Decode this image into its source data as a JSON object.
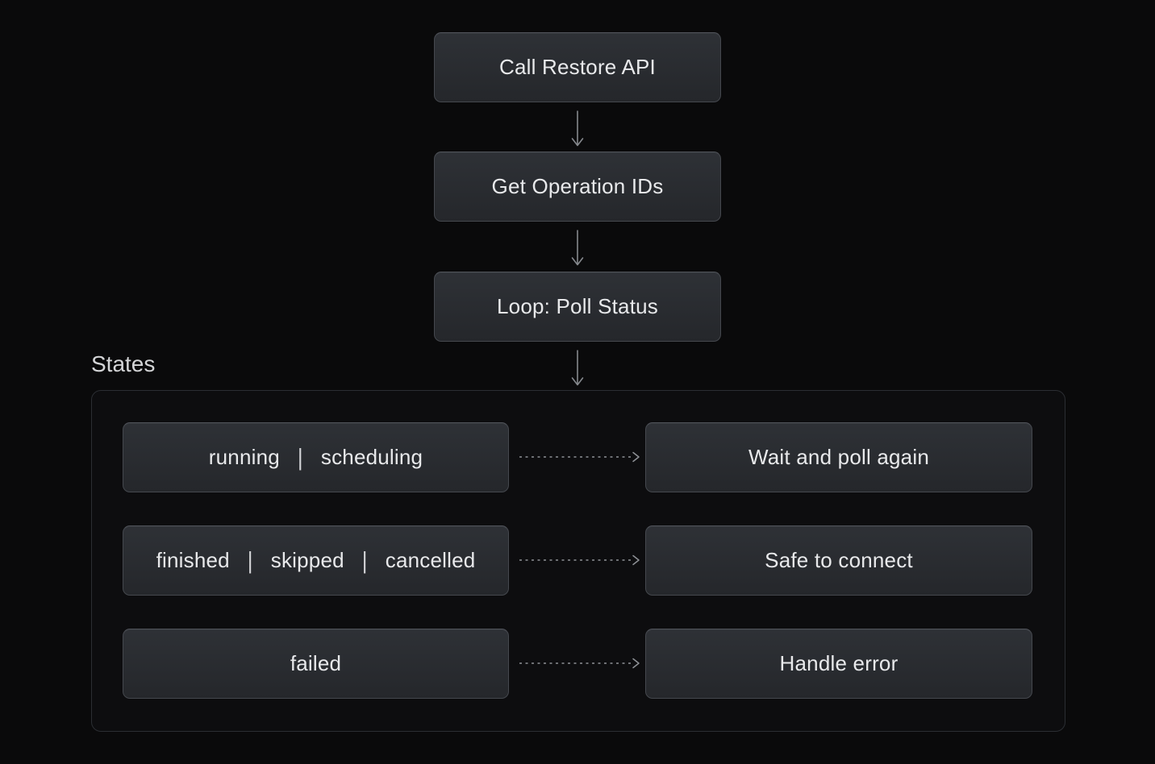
{
  "diagram": {
    "flow_nodes": [
      {
        "label": "Call Restore API"
      },
      {
        "label": "Get Operation IDs"
      },
      {
        "label": "Loop: Poll Status"
      }
    ],
    "states_section": {
      "title": "States",
      "separator": "|",
      "rows": [
        {
          "states": [
            "running",
            "scheduling"
          ],
          "action": "Wait and poll again"
        },
        {
          "states": [
            "finished",
            "skipped",
            "cancelled"
          ],
          "action": "Safe to connect"
        },
        {
          "states": [
            "failed"
          ],
          "action": "Handle error"
        }
      ]
    },
    "colors": {
      "background": "#0a0a0b",
      "node_bg_top": "#2e3136",
      "node_bg_bottom": "#25272b",
      "node_border": "#45484e",
      "node_text": "#e8e9eb",
      "arrow": "#85888d",
      "dashed_arrow": "#8e9196",
      "container_border": "#2b2e33",
      "container_bg": "#0d0d0f",
      "title_text": "#d4d5d7"
    }
  }
}
